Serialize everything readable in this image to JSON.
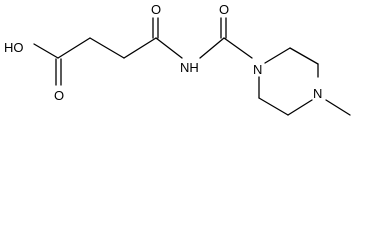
{
  "structure": {
    "atom_labels": {
      "hydroxyl": "HO",
      "acid_carbonyl_oxygen": "O",
      "keto_carbonyl_oxygen": "O",
      "amide_carbonyl_oxygen": "O",
      "imide_nitrogen": "NH",
      "piperazine_nitrogen_1": "N",
      "piperazine_nitrogen_4": "N"
    }
  }
}
